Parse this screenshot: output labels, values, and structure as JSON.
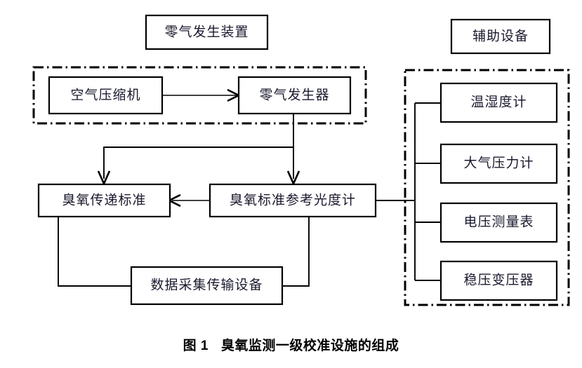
{
  "figure": {
    "caption_number": "图 1",
    "caption_text": "臭氧监测一级校准设施的组成"
  },
  "groups": {
    "zero_air": {
      "title": "零气发生装置",
      "members": [
        "空气压缩机",
        "零气发生器"
      ]
    },
    "auxiliary": {
      "title": "辅助设备",
      "members": [
        "温湿度计",
        "大气压力计",
        "电压测量表",
        "稳压变压器"
      ]
    }
  },
  "nodes": {
    "zero_air_title": "零气发生装置",
    "auxiliary_title": "辅助设备",
    "air_compressor": "空气压缩机",
    "zero_air_generator": "零气发生器",
    "ozone_transfer_standard": "臭氧传递标准",
    "ozone_reference_photometer": "臭氧标准参考光度计",
    "data_acquisition": "数据采集传输设备",
    "hygrothermograph": "温湿度计",
    "barometer": "大气压力计",
    "voltmeter": "电压测量表",
    "voltage_regulator": "稳压变压器"
  },
  "colors": {
    "background": "#ffffff",
    "stroke": "#000000",
    "text": "#1a1a2e",
    "caption": "#000000"
  }
}
